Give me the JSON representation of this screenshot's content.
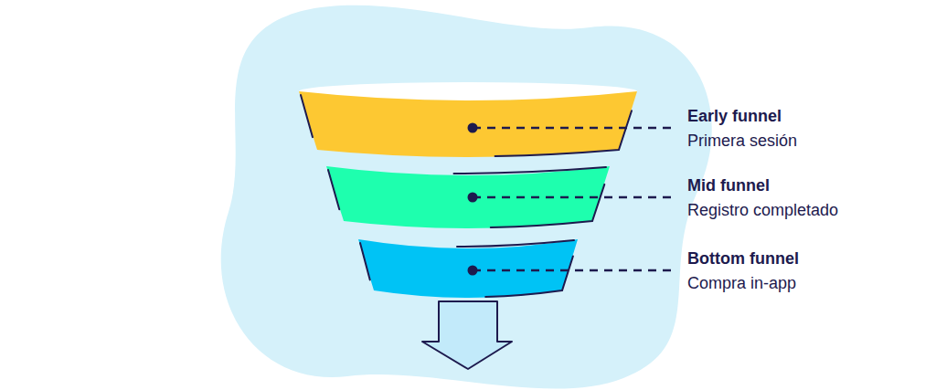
{
  "diagram": {
    "nodes": [
      {
        "text": [
          "Early funnel",
          "Primera sesión"
        ]
      },
      {
        "text": [
          "Mid funnel",
          "Registro completado"
        ]
      },
      {
        "text": [
          "Bottom funnel",
          "Compra in-app"
        ]
      }
    ]
  }
}
